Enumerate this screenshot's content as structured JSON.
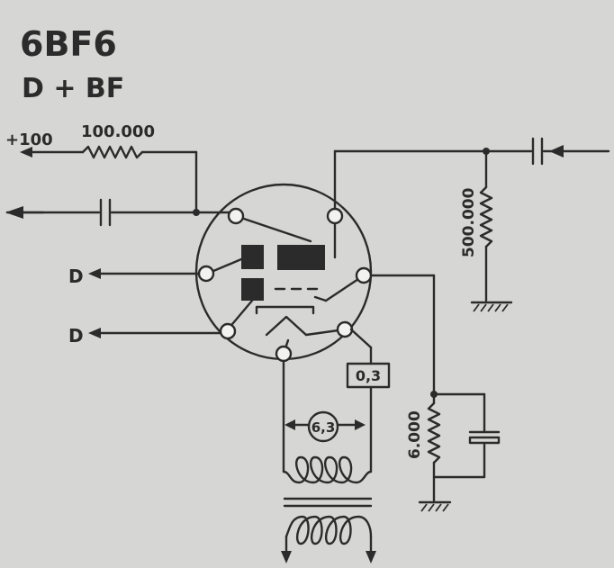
{
  "header": {
    "tube_type": "6BF6",
    "function": "D + BF"
  },
  "labels": {
    "supply": "+100",
    "plate_resistor": "100.000",
    "grid_resistor": "500.000",
    "cathode_resistor": "6.000",
    "diode_out_1": "D",
    "diode_out_2": "D",
    "heater_current": "0,3",
    "heater_voltage": "6,3"
  },
  "colors": {
    "ink": "#2b2b2b",
    "paper": "#d6d6d4",
    "pin_fill": "#f2f2f0"
  }
}
